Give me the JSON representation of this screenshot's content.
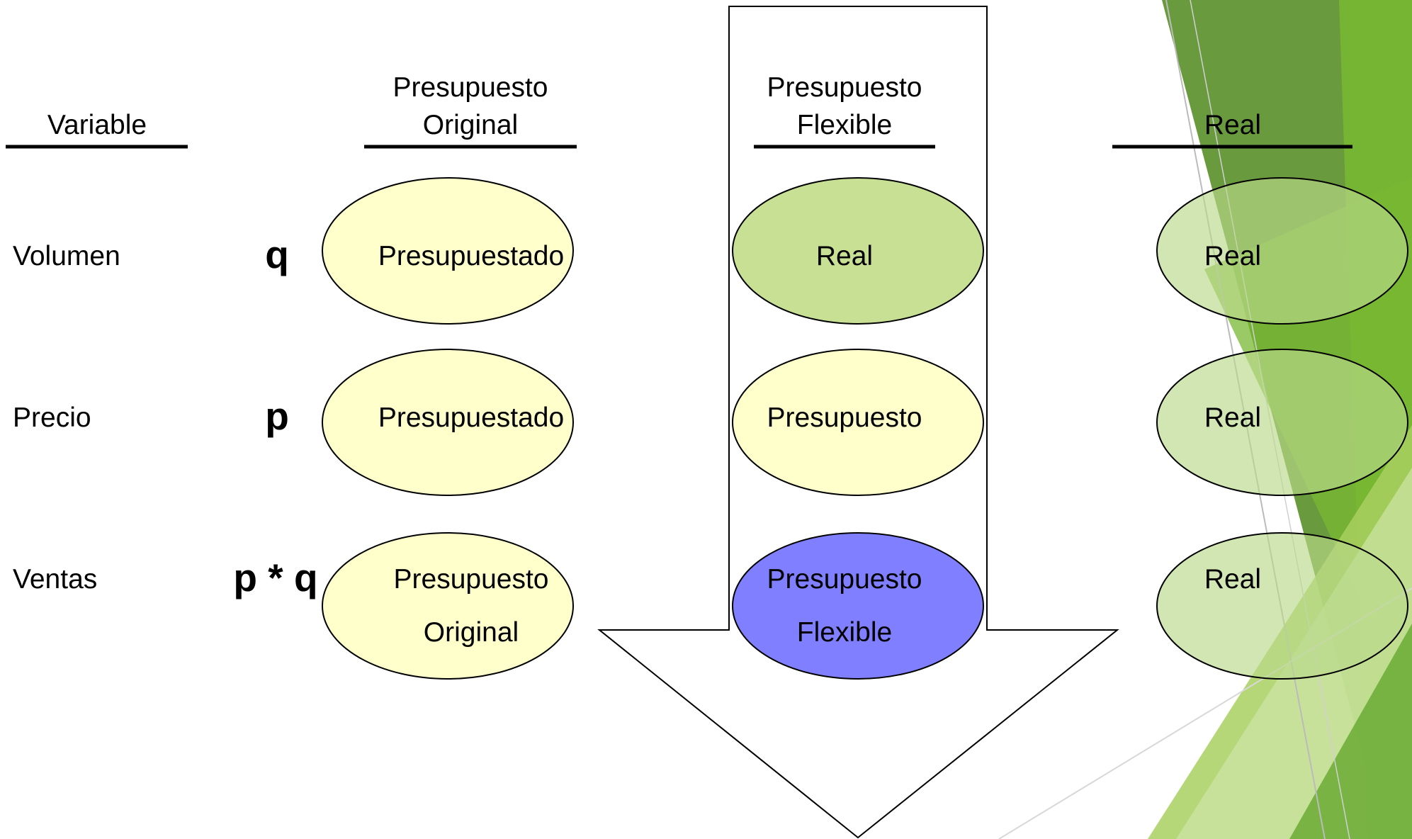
{
  "colors": {
    "budget_fill": "#FFFFCC",
    "real_fill": "#C8E094",
    "real_fill_translucent": "#BAD88A",
    "flexible_fill": "#7F7FFF",
    "accent_dark_green": "#6A9A3E",
    "accent_light_green": "#A8D060",
    "accent_bright_green": "#78B832"
  },
  "headers": {
    "variable": "Variable",
    "original_line1": "Presupuesto",
    "original_line2": "Original",
    "flexible_line1": "Presupuesto",
    "flexible_line2": "Flexible",
    "real": "Real"
  },
  "rows": [
    {
      "label": "Volumen",
      "symbol": "q"
    },
    {
      "label": "Precio",
      "symbol": "p"
    },
    {
      "label": "Ventas",
      "symbol": "p * q"
    }
  ],
  "original_column": [
    {
      "text": "Presupuestado"
    },
    {
      "text": "Presupuestado"
    },
    {
      "line1": "Presupuesto",
      "line2": "Original"
    }
  ],
  "flexible_column": [
    {
      "text": "Real"
    },
    {
      "text": "Presupuesto"
    },
    {
      "line1": "Presupuesto",
      "line2": "Flexible"
    }
  ],
  "real_column": [
    {
      "text": "Real"
    },
    {
      "text": "Real"
    },
    {
      "text": "Real"
    }
  ]
}
